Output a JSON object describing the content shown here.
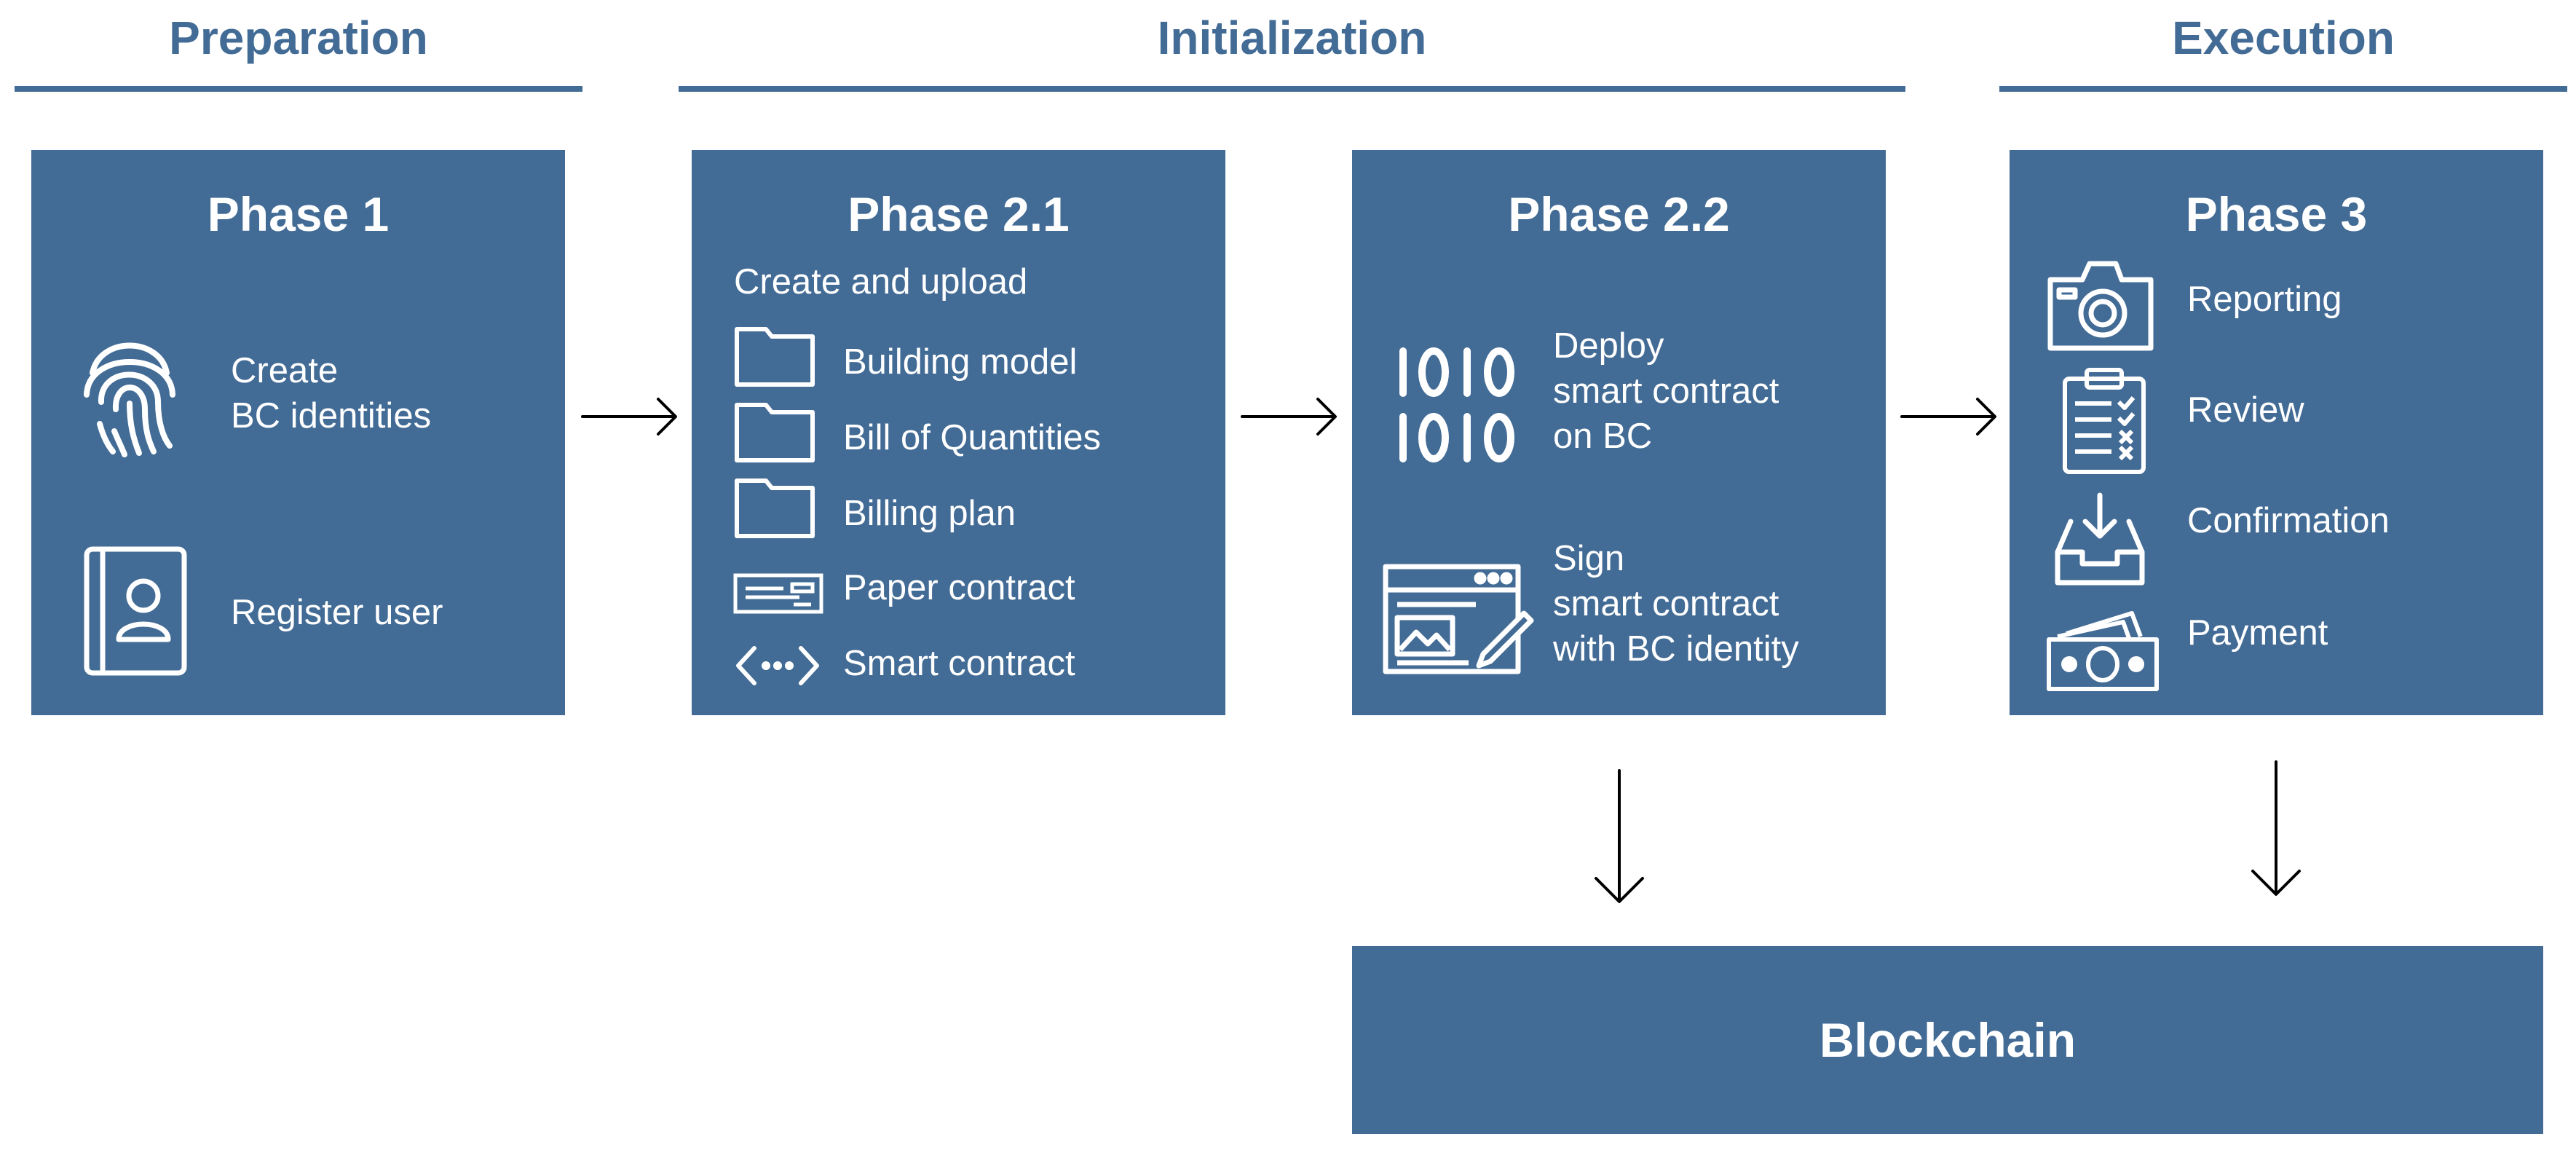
{
  "stages": {
    "preparation": "Preparation",
    "initialization": "Initialization",
    "execution": "Execution"
  },
  "phase1": {
    "title": "Phase 1",
    "create_identities": "Create\nBC identities",
    "register_user": "Register user"
  },
  "phase21": {
    "title": "Phase 2.1",
    "subtitle": "Create and upload",
    "items": [
      "Building model",
      "Bill of Quantities",
      "Billing plan",
      "Paper contract",
      "Smart contract"
    ]
  },
  "phase22": {
    "title": "Phase 2.2",
    "deploy": "Deploy\nsmart contract\non BC",
    "sign": "Sign\nsmart contract\nwith BC identity"
  },
  "phase3": {
    "title": "Phase 3",
    "items": [
      "Reporting",
      "Review",
      "Confirmation",
      "Payment"
    ]
  },
  "blockchain": {
    "label": "Blockchain"
  },
  "icons": [
    "fingerprint-icon",
    "address-book-icon",
    "folder-icon",
    "cheque-icon",
    "code-icon",
    "binary-icon",
    "browser-sign-icon",
    "camera-icon",
    "clipboard-icon",
    "inbox-icon",
    "money-icon"
  ],
  "colors": {
    "primary": "#426b95",
    "text_on_primary": "#ffffff",
    "arrow": "#000000"
  }
}
